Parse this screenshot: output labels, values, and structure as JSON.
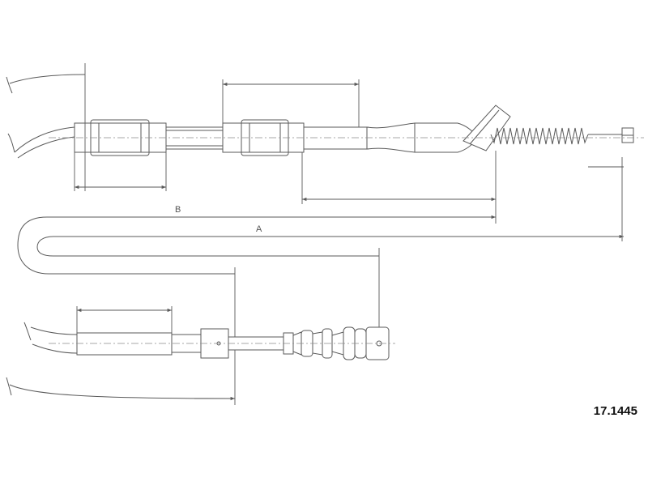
{
  "labels": {
    "dim_b": "B",
    "dim_a": "A"
  },
  "part_number": "17.1445",
  "colors": {
    "line": "#5a5a5a",
    "center_line": "#8a8a8a",
    "part_number": "#111111"
  }
}
